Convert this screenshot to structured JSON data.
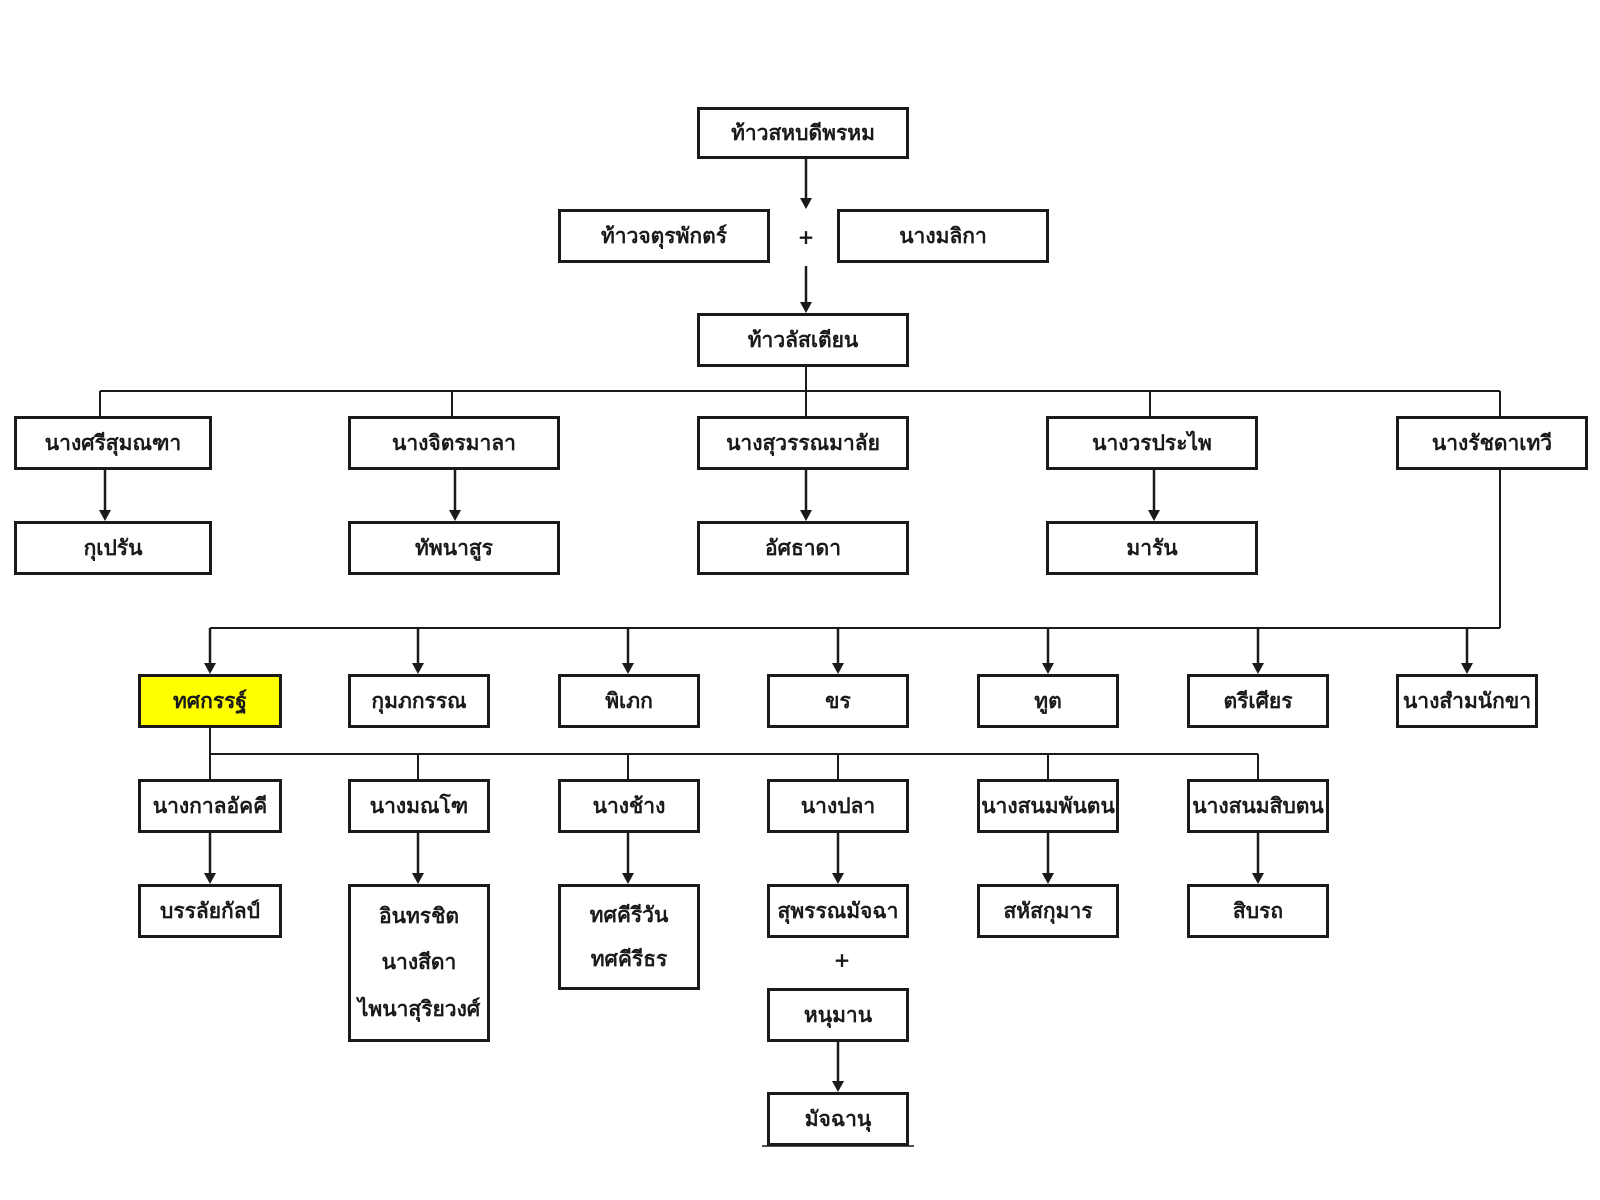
{
  "nodes": {
    "sahabodiprom": "ท้าวสหบดีพรหม",
    "jaturaphak": "ท้าวจตุรพักตร์",
    "malika": "นางมลิกา",
    "lasatian": "ท้าวลัสเตียน",
    "srisumanta": "นางศรีสุมณฑา",
    "jitramala": "นางจิตรมาลา",
    "suwanmalai": "นางสุวรรณมาลัย",
    "worapraphai": "นางวรประไพ",
    "ratchadathewi": "นางรัชดาเทวี",
    "kupran": "กุเปรัน",
    "thaphanasun": "ทัพนาสูร",
    "atsadata": "อัศธาดา",
    "maran": "มารัน",
    "thotsakan": "ทศกรรฐ์",
    "kumphakan": "กุมภกรรณ",
    "phiphek": "พิเภก",
    "khon": "ขร",
    "thut": "ทูต",
    "trisian": "ตรีเศียร",
    "samanakha": "นางสำมนักขา",
    "kanlaakhi": "นางกาลอัคคี",
    "monto": "นางมณโฑ",
    "nangchang": "นางช้าง",
    "nangpla": "นางปลา",
    "sanompanton": "นางสนมพันตน",
    "sanomsipton": "นางสนมสิบตน",
    "banlaikan": "บรรลัยกัลป์",
    "indrachit": "อินทรชิต",
    "nangsida": "นางสีดา",
    "phainasuriyawong": "ไพนาสุริยวงศ์",
    "thotsasiwan": "ทศคีรีวัน",
    "thotsasithon": "ทศคีรีธร",
    "suphannamatcha": "สุพรรณมัจฉา",
    "hanuman": "หนุมาน",
    "matchanu": "มัจฉานุ",
    "sahatsakuman": "สหัสกุมาร",
    "sipparot": "สิบรถ"
  },
  "plus_symbol": "+",
  "colors": {
    "line": "#1a1a1a",
    "highlight": "#ffff00"
  }
}
